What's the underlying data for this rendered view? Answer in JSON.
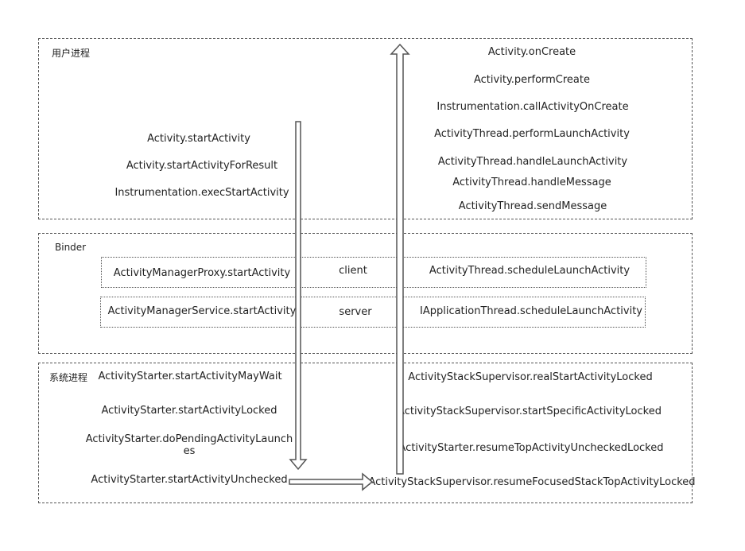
{
  "regions": {
    "user_process": "用户进程",
    "binder": "Binder",
    "system_process": "系统进程"
  },
  "user_process": {
    "left": [
      "Activity.startActivity",
      "Activity.startActivityForResult",
      "Instrumentation.execStartActivity"
    ],
    "right": [
      "Activity.onCreate",
      "Activity.performCreate",
      "Instrumentation.callActivityOnCreate",
      "ActivityThread.performLaunchActivity",
      "ActivityThread.handleLaunchActivity",
      "ActivityThread.handleMessage",
      "ActivityThread.sendMessage"
    ]
  },
  "binder": {
    "client": {
      "left": "ActivityManagerProxy.startActivity",
      "role": "client",
      "right": "ActivityThread.scheduleLaunchActivity"
    },
    "server": {
      "left": "ActivityManagerService.startActivity",
      "role": "server",
      "right": "IApplicationThread.scheduleLaunchActivity"
    }
  },
  "system_process": {
    "left": [
      "ActivityStarter.startActivityMayWait",
      "ActivityStarter.startActivityLocked",
      "ActivityStarter.doPendingActivityLaunches",
      "ActivityStarter.startActivityUnchecked"
    ],
    "right": [
      "ActivityStackSupervisor.realStartActivityLocked",
      "ActivityStackSupervisor.startSpecificActivityLocked",
      "ActivityStarter.resumeTopActivityUncheckedLocked",
      "ActivityStackSupervisor.resumeFocusedStackTopActivityLocked"
    ]
  },
  "colors": {
    "line": "#555555",
    "text": "#222222"
  }
}
